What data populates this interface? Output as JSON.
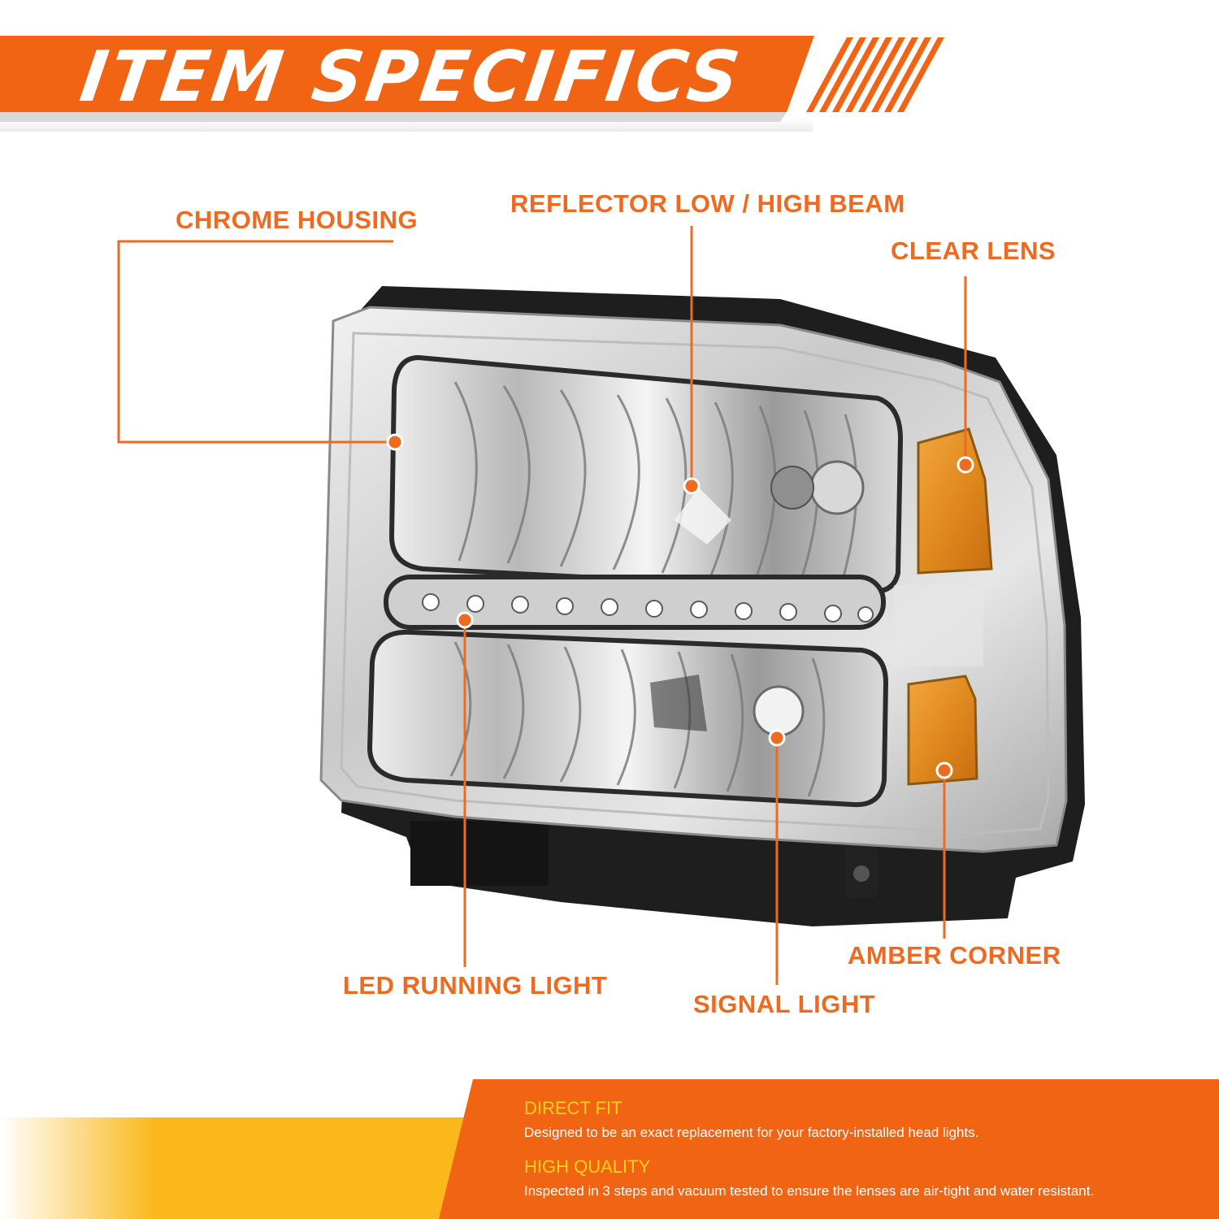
{
  "header": {
    "title": "ITEM SPECIFICS"
  },
  "colors": {
    "accent_orange": "#f06414",
    "label_orange": "#ef6a21",
    "accent_yellow": "#fbb81a",
    "title_yellow": "#ffd21a"
  },
  "callouts": {
    "chrome_housing": "CHROME HOUSING",
    "reflector": "REFLECTOR LOW / HIGH BEAM",
    "clear_lens": "CLEAR LENS",
    "led_running": "LED RUNNING LIGHT",
    "signal_light": "SIGNAL LIGHT",
    "amber_corner": "AMBER CORNER"
  },
  "features": [
    {
      "title": "DIRECT FIT",
      "text": "Designed to be an exact replacement for your factory-installed head lights."
    },
    {
      "title": "HIGH QUALITY",
      "text": "Inspected in 3 steps and vacuum tested to ensure the lenses are air-tight and water resistant."
    }
  ]
}
